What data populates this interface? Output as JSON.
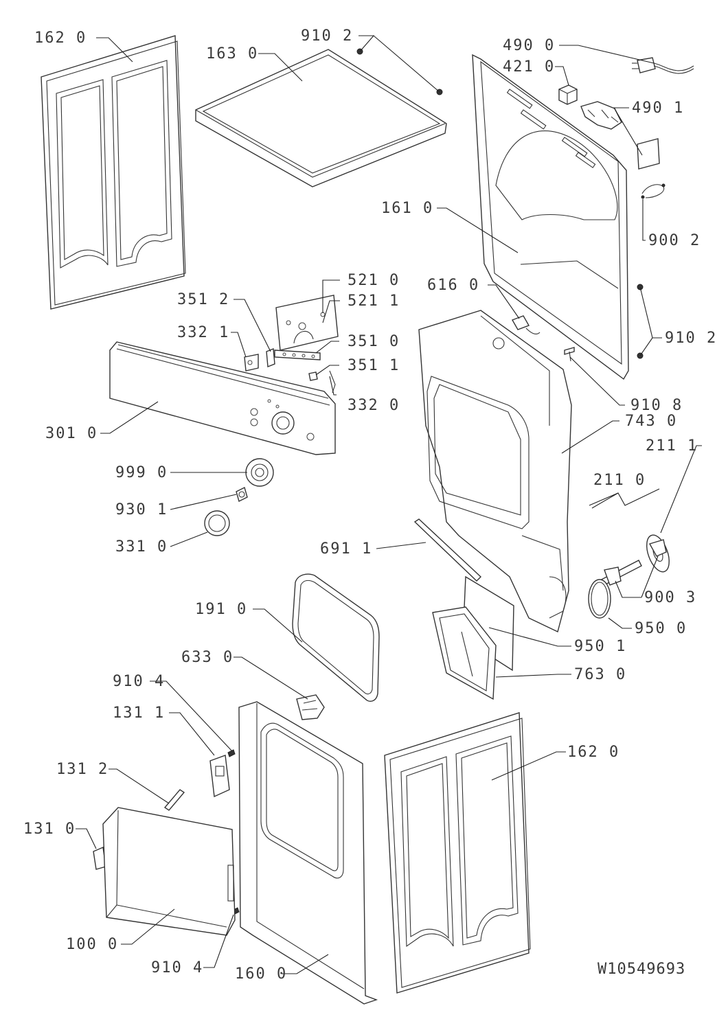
{
  "labels": {
    "p162_0_top": "162 0",
    "p163_0": "163 0",
    "p910_2_top": "910 2",
    "p490_0": "490 0",
    "p421_0": "421 0",
    "p490_1": "490 1",
    "p161_0": "161 0",
    "p900_2": "900 2",
    "p521_0": "521 0",
    "p521_1": "521 1",
    "p351_2": "351 2",
    "p616_0": "616 0",
    "p332_1": "332 1",
    "p351_0": "351 0",
    "p351_1": "351 1",
    "p910_2_mid": "910 2",
    "p332_0": "332 0",
    "p910_8": "910 8",
    "p743_0": "743 0",
    "p301_0": "301 0",
    "p211_1": "211 1",
    "p211_0": "211 0",
    "p999_0": "999 0",
    "p930_1": "930 1",
    "p331_0": "331 0",
    "p691_1": "691 1",
    "p900_3": "900 3",
    "p191_0": "191 0",
    "p950_0": "950 0",
    "p950_1": "950 1",
    "p633_0": "633 0",
    "p763_0": "763 0",
    "p910_4_top": "910 4",
    "p131_1": "131 1",
    "p162_0_bottom": "162 0",
    "p131_2": "131 2",
    "p131_0": "131 0",
    "p100_0": "100 0",
    "p910_4_bottom": "910 4",
    "p160_0": "160 0"
  },
  "document_number": "W10549693"
}
